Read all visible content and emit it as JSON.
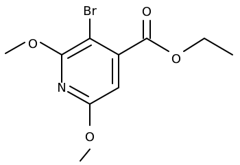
{
  "molecule": {
    "labels": {
      "bromine": "Br",
      "ring_nitrogen": "N",
      "methoxy_oxygen_top": "O",
      "methoxy_oxygen_bottom": "O",
      "carbonyl_oxygen": "O",
      "ester_oxygen": "O"
    }
  },
  "colors": {
    "bond": "#000000",
    "text": "#000000",
    "background": "#ffffff"
  }
}
